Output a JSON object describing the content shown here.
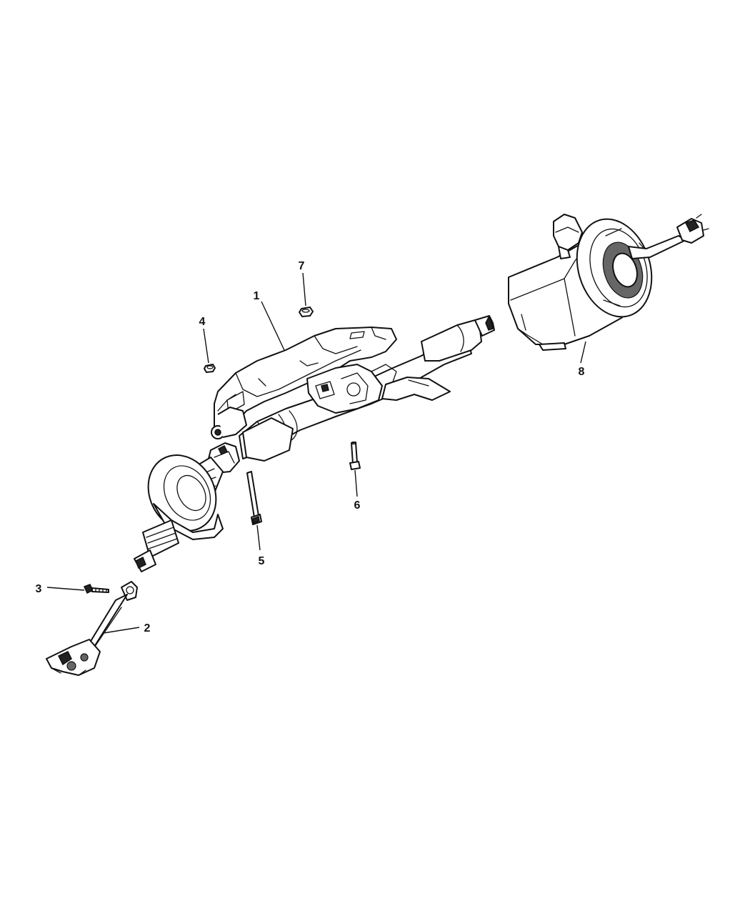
{
  "diagram": {
    "callouts": [
      {
        "id": "1",
        "label": "1"
      },
      {
        "id": "2",
        "label": "2"
      },
      {
        "id": "3",
        "label": "3"
      },
      {
        "id": "4",
        "label": "4"
      },
      {
        "id": "5",
        "label": "5"
      },
      {
        "id": "6",
        "label": "6"
      },
      {
        "id": "7",
        "label": "7"
      },
      {
        "id": "8",
        "label": "8"
      }
    ],
    "parts": [
      {
        "callout": "1",
        "icon": "steering-column-assembly-icon"
      },
      {
        "callout": "2",
        "icon": "intermediate-shaft-icon"
      },
      {
        "callout": "3",
        "icon": "bolt-icon"
      },
      {
        "callout": "4",
        "icon": "nut-icon"
      },
      {
        "callout": "5",
        "icon": "long-bolt-icon"
      },
      {
        "callout": "6",
        "icon": "bolt-icon"
      },
      {
        "callout": "7",
        "icon": "nut-icon"
      },
      {
        "callout": "8",
        "icon": "clockspring-shroud-icon"
      }
    ]
  }
}
